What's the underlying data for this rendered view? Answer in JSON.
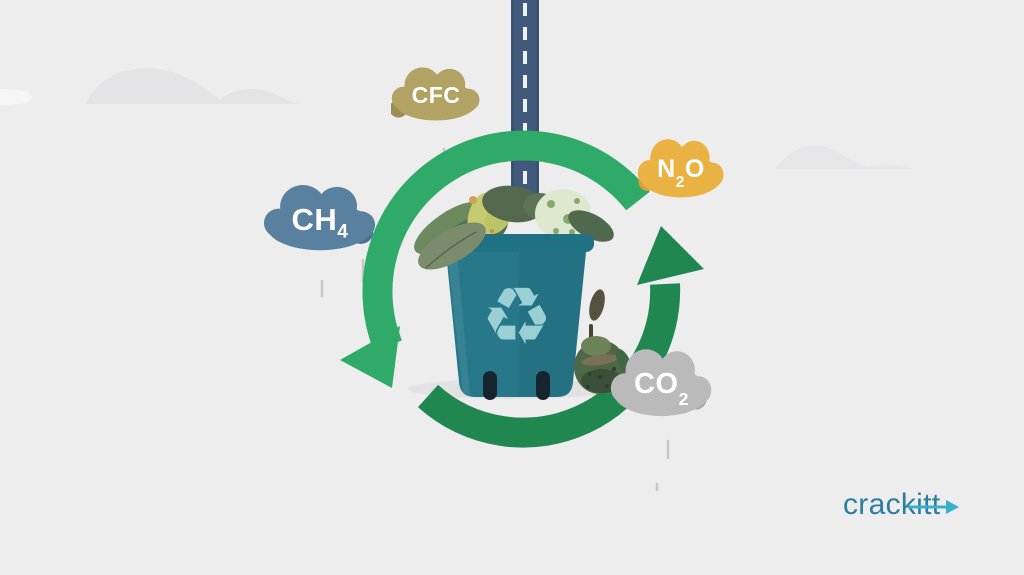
{
  "scene": {
    "background": "#ededee",
    "road": {
      "color": "#41597a",
      "edge_color": "#36506e",
      "dash_color": "#eef2f5"
    },
    "cycle": {
      "light_arc_color": "#2faa68",
      "dark_arc_color": "#218751"
    },
    "bin": {
      "body_color": "#26788a",
      "rim_color": "#1f7183",
      "recycle_symbol": "♻",
      "symbol_color": "#9bcfd6",
      "wheel_color": "#16242e"
    },
    "gases": [
      {
        "id": "cfc",
        "pre": "CFC",
        "sub": "",
        "post": "",
        "color": "#b2a365",
        "shade": "#9c8d53"
      },
      {
        "id": "ch4",
        "pre": "CH",
        "sub": "4",
        "post": "",
        "color": "#5a80a0",
        "shade": "#4c7190"
      },
      {
        "id": "n2o",
        "pre": "N",
        "sub": "2",
        "post": "O",
        "color": "#e9b242",
        "shade": "#d9a136"
      },
      {
        "id": "co2",
        "pre": "CO",
        "sub": "2",
        "post": "",
        "color": "#bababa",
        "shade": "#a8a8a8"
      }
    ]
  },
  "branding": {
    "logo_text": "crackitt",
    "logo_color": "#2d7d9f",
    "logo_arrow_color": "#36b1c8"
  }
}
